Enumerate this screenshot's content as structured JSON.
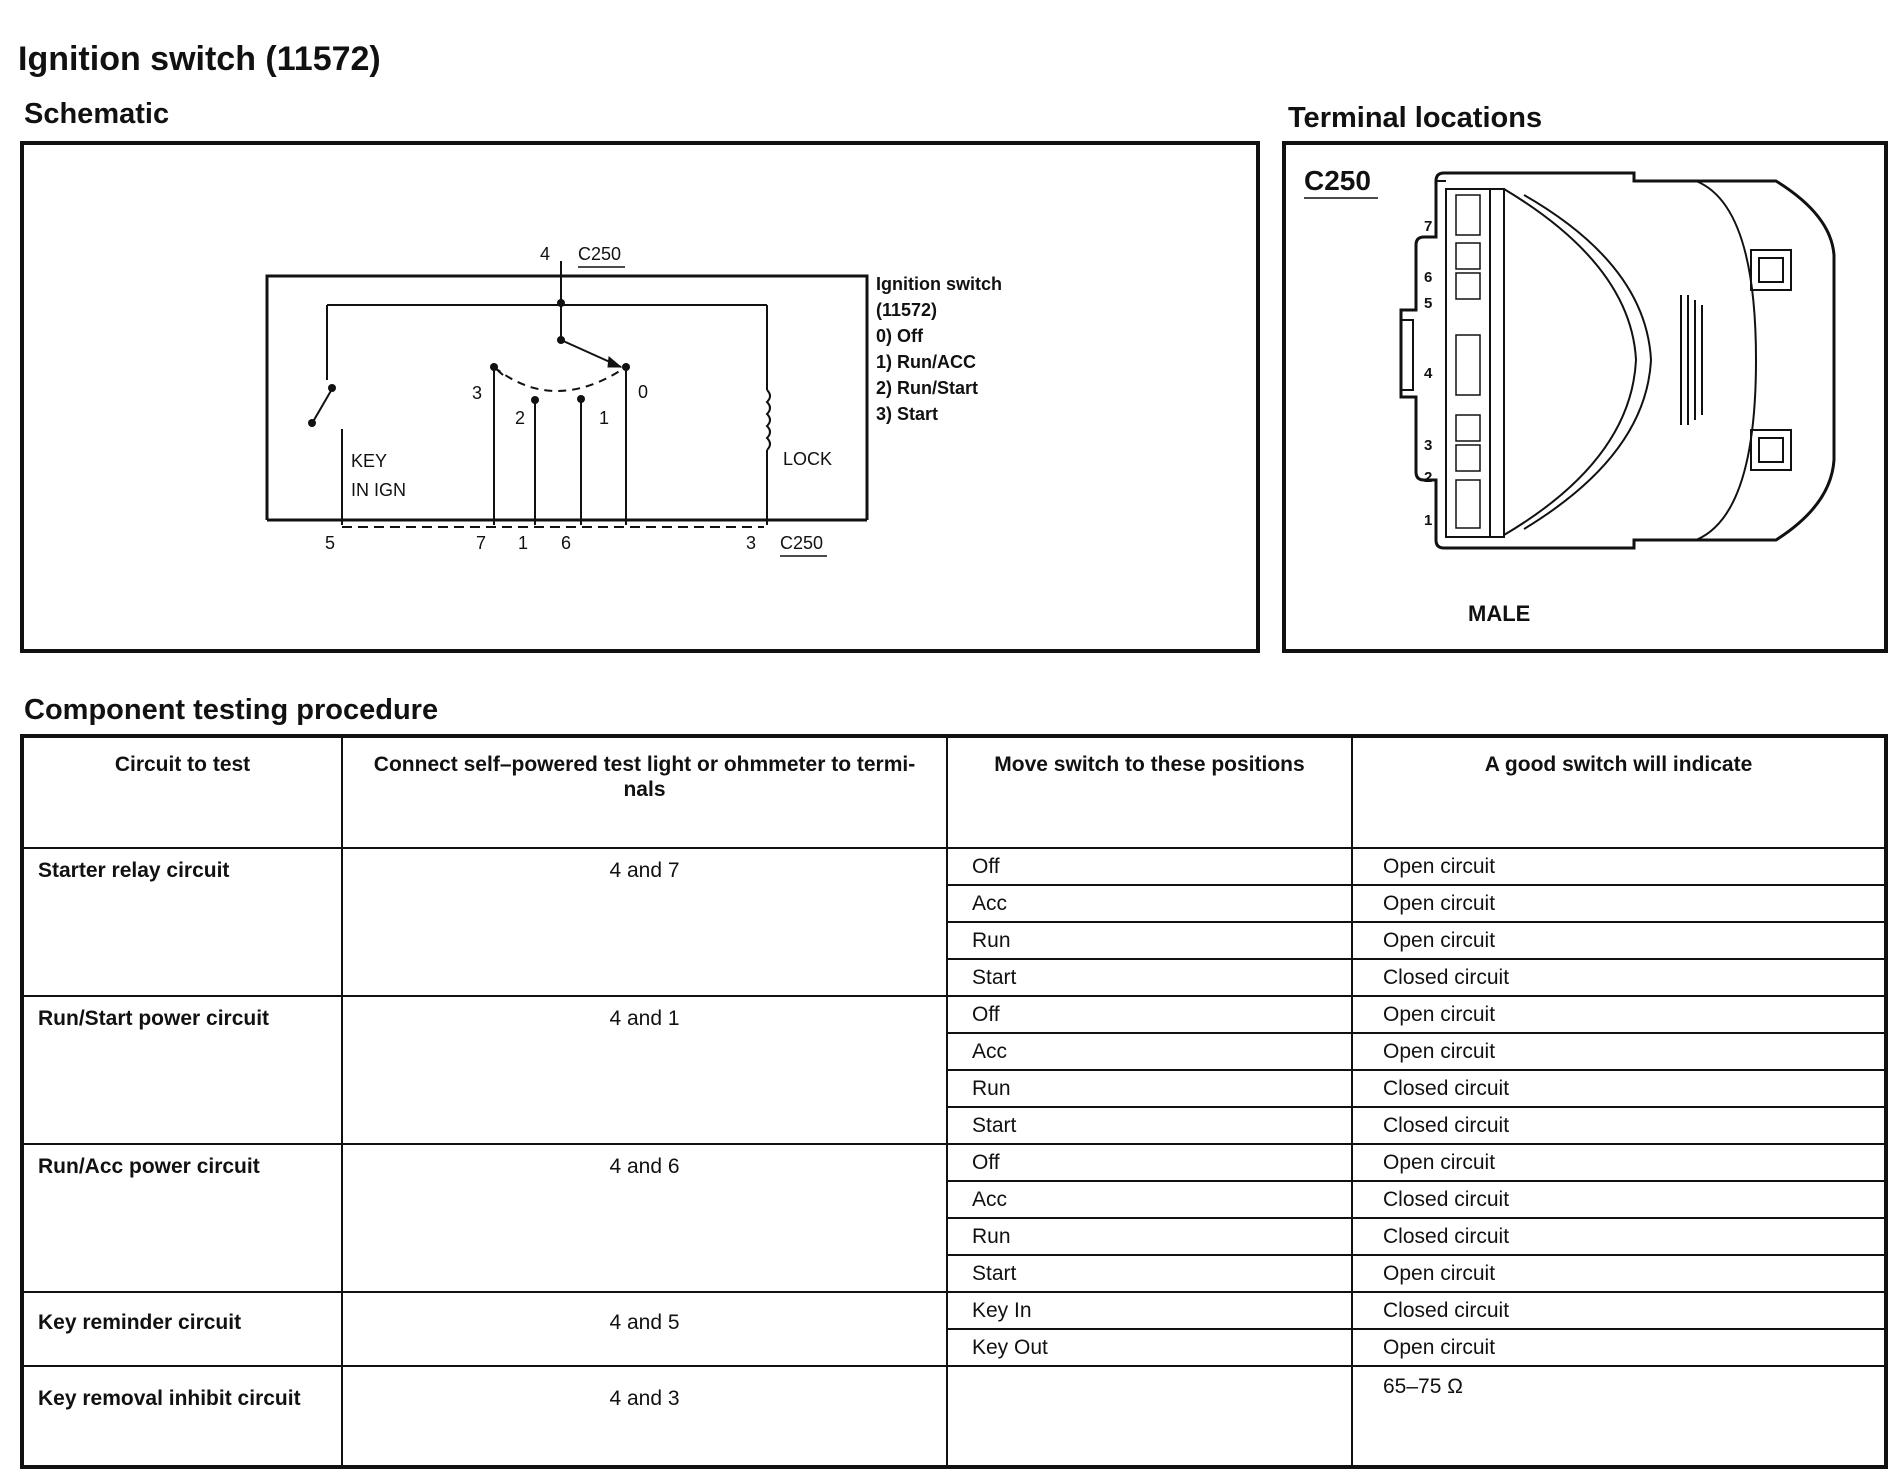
{
  "title": "Ignition switch (11572)",
  "schematic": {
    "heading": "Schematic",
    "top_pin": "4",
    "connector": "C250",
    "switch_label": [
      "Ignition switch",
      "(11572)",
      "0)   Off",
      "1)   Run/ACC",
      "2)   Run/Start",
      "3)   Start"
    ],
    "position_numbers": [
      "3",
      "2",
      "1",
      "0"
    ],
    "key_in_ign": [
      "KEY",
      "IN IGN"
    ],
    "lock": "LOCK",
    "bottom_pins": [
      "5",
      "7",
      "1",
      "6",
      "3"
    ]
  },
  "terminal": {
    "heading": "Terminal locations",
    "connector": "C250",
    "pins": [
      "7",
      "6",
      "5",
      "4",
      "3",
      "2",
      "1"
    ],
    "gender": "MALE"
  },
  "component": {
    "heading": "Component testing procedure",
    "columns": [
      "Circuit to test",
      "Connect self–powered test light or ohmmeter to termi- nals",
      "Move switch to these positions",
      "A good switch will indicate"
    ],
    "groups": [
      {
        "circuit": "Starter relay circuit",
        "terminals": "4 and 7",
        "rows": [
          [
            "Off",
            "Open circuit"
          ],
          [
            "Acc",
            "Open circuit"
          ],
          [
            "Run",
            "Open circuit"
          ],
          [
            "Start",
            "Closed circuit"
          ]
        ]
      },
      {
        "circuit": "Run/Start power circuit",
        "terminals": "4 and 1",
        "rows": [
          [
            "Off",
            "Open circuit"
          ],
          [
            "Acc",
            "Open circuit"
          ],
          [
            "Run",
            "Closed circuit"
          ],
          [
            "Start",
            "Closed circuit"
          ]
        ]
      },
      {
        "circuit": "Run/Acc power circuit",
        "terminals": "4 and 6",
        "rows": [
          [
            "Off",
            "Open circuit"
          ],
          [
            "Acc",
            "Closed circuit"
          ],
          [
            "Run",
            "Closed circuit"
          ],
          [
            "Start",
            "Open circuit"
          ]
        ]
      },
      {
        "circuit": "Key reminder circuit",
        "terminals": "4 and 5",
        "rows": [
          [
            "Key In",
            "Closed circuit"
          ],
          [
            "Key Out",
            "Open circuit"
          ]
        ]
      },
      {
        "circuit": "Key removal inhibit circuit",
        "terminals": "4 and 3",
        "rows": [
          [
            "",
            "65–75 Ω"
          ]
        ]
      }
    ]
  }
}
